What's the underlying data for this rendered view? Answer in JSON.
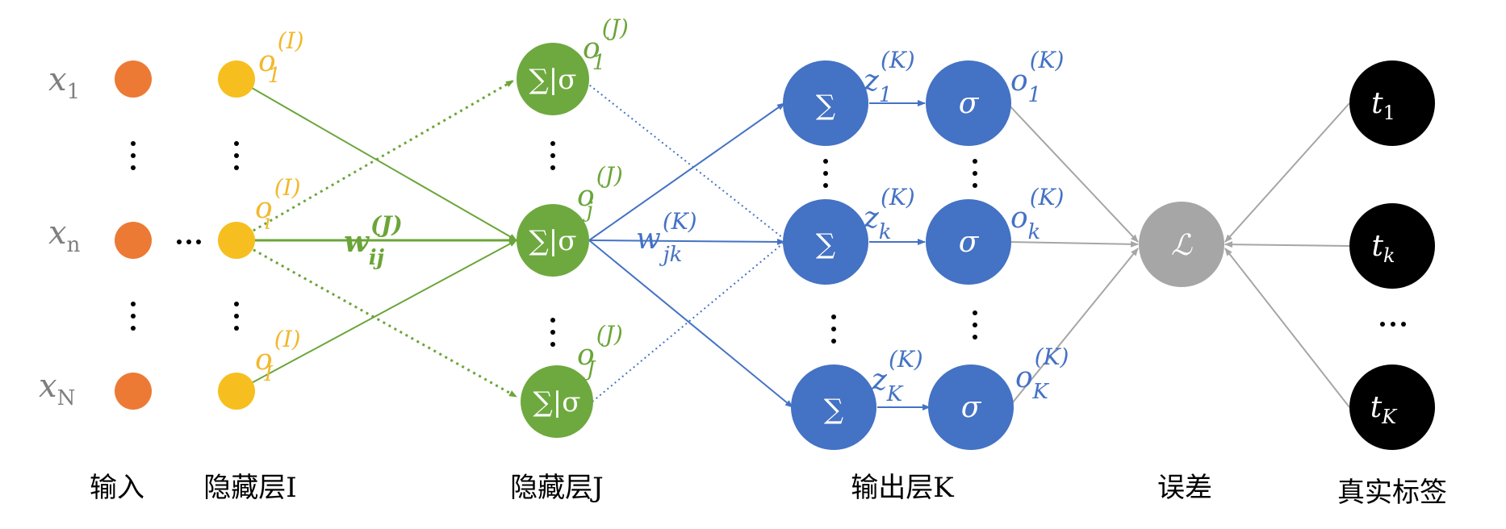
{
  "colors": {
    "input": "#ec7a35",
    "hidden_I": "#f6bf1f",
    "hidden_J": "#6ea93f",
    "output": "#4472c4",
    "loss": "#a6a6a6",
    "target": "#000000",
    "edge_green": "#6ba539",
    "edge_blue": "#4472c4",
    "edge_gray": "#a6a6a6"
  },
  "inputs": {
    "x1": {
      "base": "x",
      "sub": "1"
    },
    "xn": {
      "base": "x",
      "sub": "n"
    },
    "xN": {
      "base": "x",
      "sub": "N"
    }
  },
  "hidden_I_labels": {
    "o1": {
      "base": "o",
      "sup": "(I)",
      "sub": "1"
    },
    "oi": {
      "base": "o",
      "sup": "(I)",
      "sub": "i"
    },
    "oI": {
      "base": "o",
      "sup": "(I)",
      "sub": "I"
    }
  },
  "hidden_J": {
    "node_text": "∑|σ",
    "o1": {
      "base": "o",
      "sup": "(J)",
      "sub": "1"
    },
    "oj": {
      "base": "o",
      "sup": "(J)",
      "sub": "j"
    },
    "oJ": {
      "base": "o",
      "sup": "(J)",
      "sub": "J"
    }
  },
  "weights": {
    "wij": {
      "base": "w",
      "sup": "(J)",
      "sub": "ij"
    },
    "wjk": {
      "base": "w",
      "sup": "(K)",
      "sub": "jk"
    }
  },
  "output": {
    "sum_symbol": "∑",
    "sigma_symbol": "σ",
    "z1": {
      "base": "z",
      "sup": "(K)",
      "sub": "1"
    },
    "zk": {
      "base": "z",
      "sup": "(K)",
      "sub": "k"
    },
    "zK": {
      "base": "z",
      "sup": "(K)",
      "sub": "K"
    },
    "o1": {
      "base": "o",
      "sup": "(K)",
      "sub": "1"
    },
    "ok": {
      "base": "o",
      "sup": "(K)",
      "sub": "k"
    },
    "oK": {
      "base": "o",
      "sup": "(K)",
      "sub": "K"
    }
  },
  "loss_symbol": "ℒ",
  "targets": {
    "t1": {
      "base": "t",
      "sub": "1"
    },
    "tk": {
      "base": "t",
      "sub": "k"
    },
    "tK": {
      "base": "t",
      "sub": "K"
    }
  },
  "ellipsis": "…",
  "captions": {
    "input": "输入",
    "hidden_I": "隐藏层I",
    "hidden_J": "隐藏层J",
    "output": "输出层K",
    "loss": "误差",
    "target": "真实标签"
  }
}
